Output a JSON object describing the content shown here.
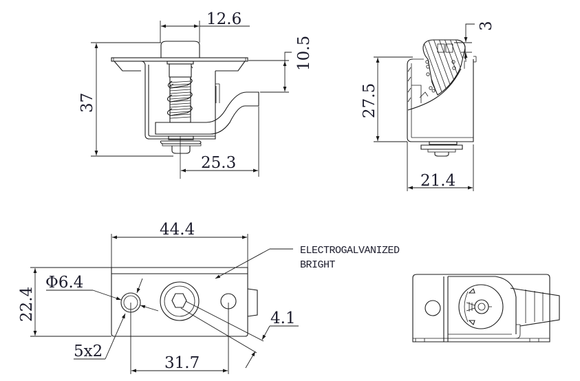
{
  "drawing": {
    "front_view": {
      "dims": {
        "top_width": "12.6",
        "overall_height": "37",
        "handle_offset": "10.5",
        "handle_reach": "25.3"
      }
    },
    "side_view": {
      "dims": {
        "flange_thickness": "3",
        "body_height": "27.5",
        "body_depth": "21.4"
      }
    },
    "top_view": {
      "dims": {
        "overall_length": "44.4",
        "overall_width": "22.4",
        "hole_diameter": "Φ6.4",
        "hole_spec": "5x2",
        "slot_offset": "4.1",
        "hole_spacing": "31.7"
      },
      "note_lines": [
        "ELECTROGALVANIZED",
        "BRIGHT"
      ]
    },
    "bottom_view": {}
  },
  "colors": {
    "line": "#1a1a1a",
    "text": "#1c1c2c",
    "background": "#ffffff"
  }
}
